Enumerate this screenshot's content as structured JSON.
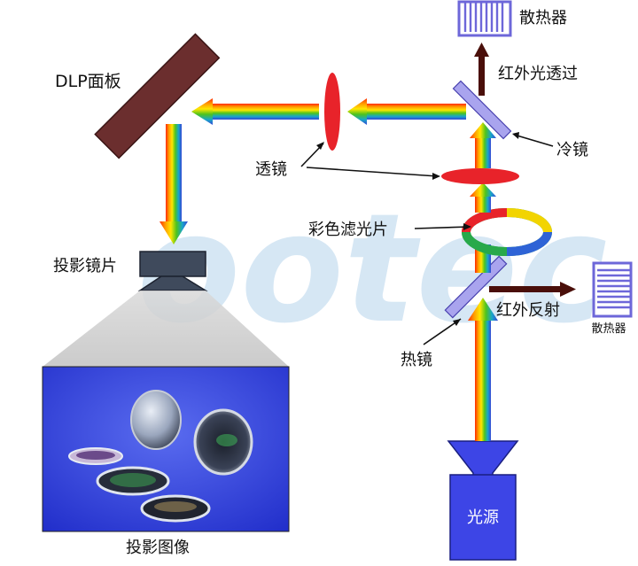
{
  "watermark": "ootec",
  "labels": {
    "dlp_panel": "DLP面板",
    "projection_lens": "投影镜片",
    "projected_image": "投影图像",
    "lens": "透镜",
    "color_filter": "彩色滤光片",
    "cold_mirror": "冷镜",
    "hot_mirror": "热镜",
    "heat_sink_top": "散热器",
    "heat_sink_right": "散热器",
    "ir_transmitted": "红外光透过",
    "ir_reflected": "红外反射",
    "light_source": "光源"
  },
  "colors": {
    "dlp_panel": "#6b2e2e",
    "lens": "#e8232a",
    "mirror": "#a9a4ee",
    "light_source": "#3d45e6",
    "ir_arrow": "#4a0f0a",
    "heat_sink": "#9a96e6",
    "watermark": "#cfe3f3",
    "projection_lens": "#3f4a5c",
    "photo_bg": "#2f3fd8"
  },
  "icons": {
    "heat_sink": "heat-sink-icon",
    "arrow": "rainbow-arrow",
    "color_wheel": "color-wheel-icon"
  }
}
